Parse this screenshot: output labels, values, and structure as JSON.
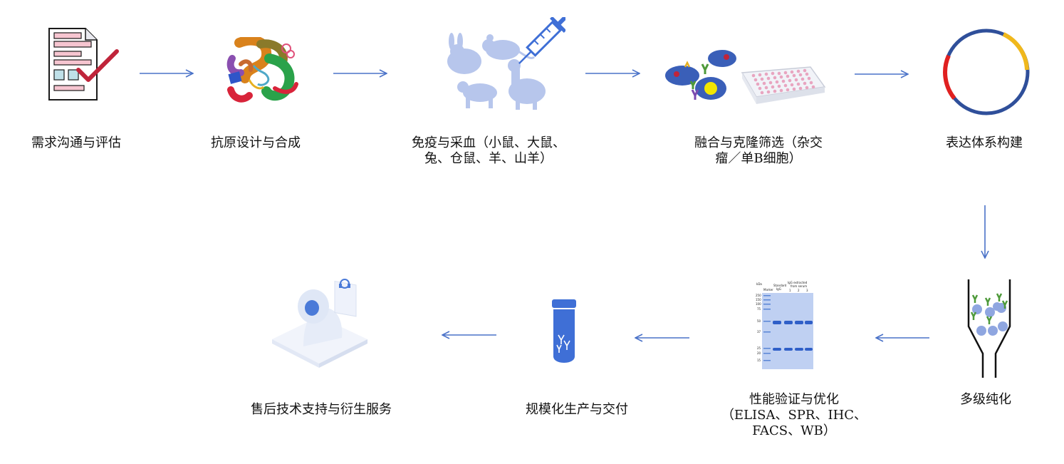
{
  "steps": [
    {
      "id": "step1",
      "lines": [
        "需求沟通与评估"
      ],
      "icon": "document-checklist-icon"
    },
    {
      "id": "step2",
      "lines": [
        "抗原设计与合成"
      ],
      "icon": "protein-structure-icon"
    },
    {
      "id": "step3",
      "lines": [
        "免疫与采血（小鼠、大鼠、",
        "兔、仓鼠、羊、山羊）"
      ],
      "icon": "animals-syringe-icon"
    },
    {
      "id": "step4",
      "lines": [
        "融合与克隆筛选（杂交",
        "瘤／单B细胞）"
      ],
      "icon": "cells-microplate-icon"
    },
    {
      "id": "step5",
      "lines": [
        "表达体系构建"
      ],
      "icon": "plasmid-icon"
    },
    {
      "id": "step6",
      "lines": [
        "多级纯化"
      ],
      "icon": "purification-column-icon"
    },
    {
      "id": "step7",
      "lines": [
        "性能验证与优化",
        "（ELISA、SPR、IHC、",
        "FACS、WB）"
      ],
      "icon": "sds-page-gel-icon"
    },
    {
      "id": "step8",
      "lines": [
        "规模化生产与交付"
      ],
      "icon": "antibody-tube-icon"
    },
    {
      "id": "step9",
      "lines": [
        "售后技术支持与衍生服务"
      ],
      "icon": "customer-service-icon"
    }
  ],
  "gel": {
    "header": [
      "kDa",
      "Marker",
      "Standard",
      "IgG",
      "IgG extracted",
      "from serum",
      "1",
      "2",
      "3"
    ],
    "markers": [
      "250",
      "150",
      "100",
      "75",
      "50",
      "37",
      "25",
      "20",
      "15"
    ]
  },
  "colors": {
    "arrow": "#4a72c8",
    "icon_blue": "#3f6fd6",
    "icon_light": "#a9bfea"
  }
}
